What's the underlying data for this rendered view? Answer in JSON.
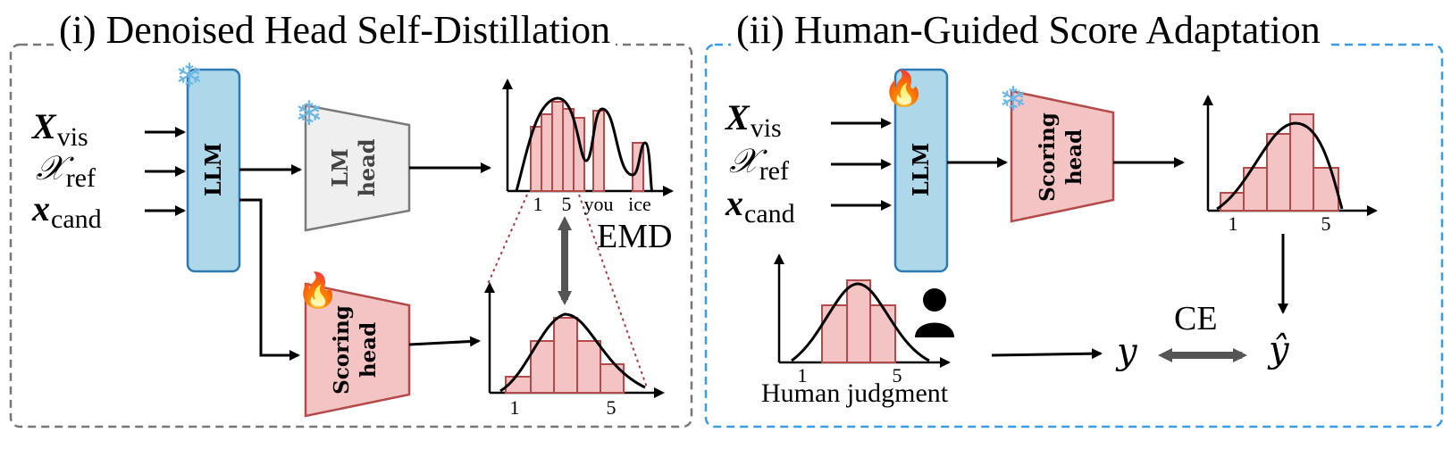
{
  "panel_left": {
    "title": "(i) Denoised Head Self-Distillation",
    "inputs": {
      "vis_symbol": "X",
      "vis_sub": "vis",
      "ref_symbol": "𝒳",
      "ref_sub": "ref",
      "cand_symbol": "x",
      "cand_sub": "cand"
    },
    "llm_label": "LLM",
    "lm_head_line1": "LM",
    "lm_head_line2": "head",
    "scoring_head_line1": "Scoring",
    "scoring_head_line2": "head",
    "top_chart_ticks": [
      "1",
      "5",
      "you",
      "ice"
    ],
    "bottom_chart_ticks": [
      "1",
      "5"
    ],
    "emd_label": "EMD"
  },
  "panel_right": {
    "title": "(ii) Human-Guided Score Adaptation",
    "inputs": {
      "vis_symbol": "X",
      "vis_sub": "vis",
      "ref_symbol": "𝒳",
      "ref_sub": "ref",
      "cand_symbol": "x",
      "cand_sub": "cand"
    },
    "llm_label": "LLM",
    "scoring_head_line1": "Scoring",
    "scoring_head_line2": "head",
    "pred_chart_ticks": [
      "1",
      "5"
    ],
    "human_chart_ticks": [
      "1",
      "5"
    ],
    "human_caption": "Human judgment",
    "ce_label": "CE",
    "y_label": "y",
    "yhat_label": "ŷ"
  },
  "chart_data": [
    {
      "type": "bar",
      "name": "lm-head-distribution",
      "categories": [
        "1",
        "2",
        "3",
        "4",
        "5",
        "you",
        "ice"
      ],
      "values": [
        0.55,
        0.75,
        0.95,
        0.75,
        0.8,
        0.8,
        0.45
      ]
    },
    {
      "type": "bar",
      "name": "scoring-head-distribution",
      "categories": [
        "1",
        "2",
        "3",
        "4",
        "5"
      ],
      "values": [
        0.2,
        0.6,
        0.85,
        0.6,
        0.35
      ]
    },
    {
      "type": "bar",
      "name": "predicted-score-distribution",
      "categories": [
        "1",
        "2",
        "3",
        "4",
        "5"
      ],
      "values": [
        0.2,
        0.45,
        0.85,
        0.95,
        0.5
      ]
    },
    {
      "type": "bar",
      "name": "human-judgment-distribution",
      "categories": [
        "1",
        "2",
        "3",
        "4",
        "5"
      ],
      "values": [
        0.5,
        0.85,
        0.5
      ]
    }
  ],
  "colors": {
    "llm_fill": "#add8ea",
    "llm_stroke": "#2f7ab0",
    "lm_head_fill": "#efefef",
    "lm_head_stroke": "#7a7a7a",
    "scoring_fill": "#f4c3c3",
    "scoring_stroke": "#b54a4a",
    "left_border": "#777777",
    "right_border": "#3a9be6"
  },
  "icons": [
    "snowflake-icon",
    "fire-icon",
    "person-icon"
  ]
}
